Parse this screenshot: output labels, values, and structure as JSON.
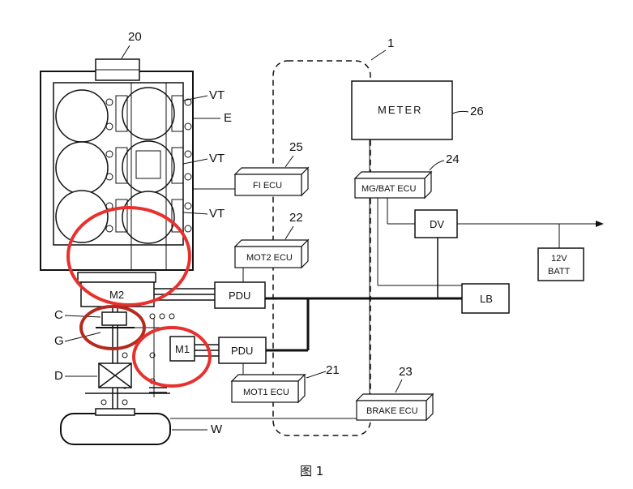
{
  "caption": "图 1",
  "refs": {
    "system": "1",
    "motor_assembly": "20",
    "engine": "E",
    "valve_top": "VT",
    "valve_mid": "VT",
    "valve_bot": "VT",
    "fi_ecu_num": "25",
    "mg_bat_num": "24",
    "meter_num": "26",
    "mot2_num": "22",
    "mot1_num": "21",
    "brake_num": "23",
    "clutch": "C",
    "gear": "G",
    "differential": "D",
    "wheel": "W"
  },
  "blocks": {
    "meter": "METER",
    "fi_ecu": "FI ECU",
    "mg_bat_ecu": "MG/BAT ECU",
    "mot2_ecu": "MOT2 ECU",
    "mot1_ecu": "MOT1 ECU",
    "brake_ecu": "BRAKE ECU",
    "pdu_upper": "PDU",
    "pdu_lower": "PDU",
    "dv": "DV",
    "lb": "LB",
    "batt_12v_line1": "12V",
    "batt_12v_line2": "BATT",
    "m2": "M2",
    "m1": "M1"
  }
}
